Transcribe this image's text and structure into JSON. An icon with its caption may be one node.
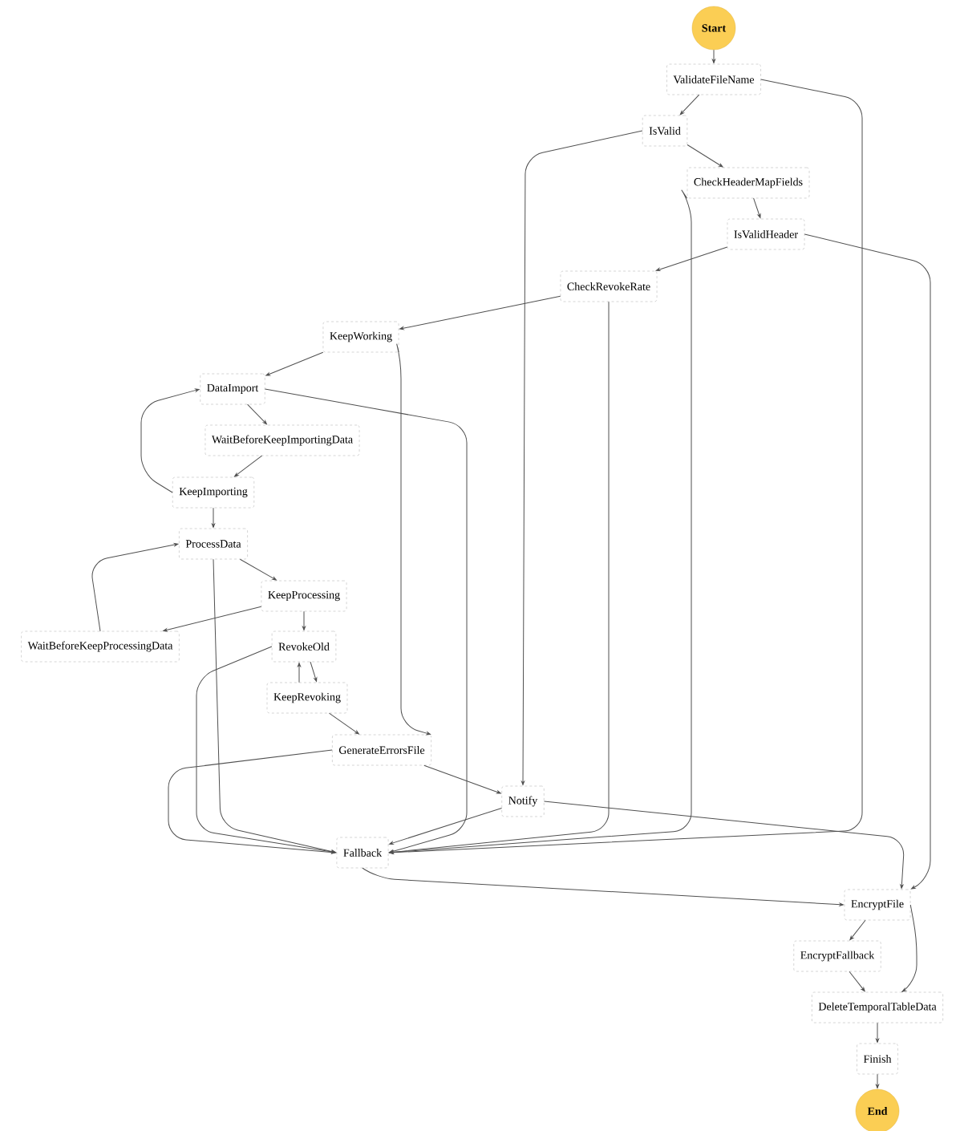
{
  "diagram": {
    "nodes": [
      {
        "text": [
          "Start"
        ]
      },
      {
        "text": [
          "ValidateFileName"
        ]
      },
      {
        "text": [
          "IsValid"
        ]
      },
      {
        "text": [
          "CheckHeaderMapFields"
        ]
      },
      {
        "text": [
          "IsValidHeader"
        ]
      },
      {
        "text": [
          "CheckRevokeRate"
        ]
      },
      {
        "text": [
          "KeepWorking"
        ]
      },
      {
        "text": [
          "DataImport"
        ]
      },
      {
        "text": [
          "WaitBeforeKeepImportingData"
        ]
      },
      {
        "text": [
          "KeepImporting"
        ]
      },
      {
        "text": [
          "ProcessData"
        ]
      },
      {
        "text": [
          "KeepProcessing"
        ]
      },
      {
        "text": [
          "WaitBeforeKeepProcessingData"
        ]
      },
      {
        "text": [
          "RevokeOld"
        ]
      },
      {
        "text": [
          "KeepRevoking"
        ]
      },
      {
        "text": [
          "GenerateErrorsFile"
        ]
      },
      {
        "text": [
          "Notify"
        ]
      },
      {
        "text": [
          "Fallback"
        ]
      },
      {
        "text": [
          "EncryptFile"
        ]
      },
      {
        "text": [
          "EncryptFallback"
        ]
      },
      {
        "text": [
          "DeleteTemporalTableData"
        ]
      },
      {
        "text": [
          "Finish"
        ]
      },
      {
        "text": [
          "End"
        ]
      }
    ],
    "edges": [
      {
        "from": 0,
        "to": 1,
        "arrow": "to"
      },
      {
        "from": 1,
        "to": 2,
        "arrow": "to"
      },
      {
        "from": 1,
        "to": 17,
        "arrow": "to"
      },
      {
        "from": 2,
        "to": 3,
        "arrow": "to"
      },
      {
        "from": 2,
        "to": 16,
        "arrow": "to"
      },
      {
        "from": 3,
        "to": 4,
        "arrow": "to"
      },
      {
        "from": 3,
        "to": 17,
        "arrow": "to"
      },
      {
        "from": 4,
        "to": 5,
        "arrow": "to"
      },
      {
        "from": 4,
        "to": 18,
        "arrow": "to"
      },
      {
        "from": 5,
        "to": 6,
        "arrow": "to"
      },
      {
        "from": 5,
        "to": 17,
        "arrow": "to"
      },
      {
        "from": 6,
        "to": 7,
        "arrow": "to"
      },
      {
        "from": 6,
        "to": 15,
        "arrow": "to"
      },
      {
        "from": 7,
        "to": 8,
        "arrow": "to"
      },
      {
        "from": 7,
        "to": 17,
        "arrow": "to"
      },
      {
        "from": 8,
        "to": 9,
        "arrow": "to"
      },
      {
        "from": 9,
        "to": 7,
        "arrow": "to"
      },
      {
        "from": 9,
        "to": 10,
        "arrow": "to"
      },
      {
        "from": 10,
        "to": 11,
        "arrow": "to"
      },
      {
        "from": 10,
        "to": 17,
        "arrow": "to"
      },
      {
        "from": 11,
        "to": 12,
        "arrow": "to"
      },
      {
        "from": 11,
        "to": 13,
        "arrow": "to"
      },
      {
        "from": 12,
        "to": 10,
        "arrow": "to"
      },
      {
        "from": 13,
        "to": 14,
        "arrow": "to"
      },
      {
        "from": 14,
        "to": 13,
        "arrow": "to"
      },
      {
        "from": 13,
        "to": 17,
        "arrow": "to"
      },
      {
        "from": 14,
        "to": 15,
        "arrow": "to"
      },
      {
        "from": 15,
        "to": 16,
        "arrow": "to"
      },
      {
        "from": 15,
        "to": 17,
        "arrow": "to"
      },
      {
        "from": 16,
        "to": 17,
        "arrow": "to"
      },
      {
        "from": 16,
        "to": 18,
        "arrow": "to"
      },
      {
        "from": 17,
        "to": 18,
        "arrow": "to"
      },
      {
        "from": 18,
        "to": 19,
        "arrow": "to"
      },
      {
        "from": 18,
        "to": 20,
        "arrow": "to"
      },
      {
        "from": 19,
        "to": 20,
        "arrow": "to"
      },
      {
        "from": 20,
        "to": 21,
        "arrow": "to"
      },
      {
        "from": 21,
        "to": 22,
        "arrow": "to"
      }
    ]
  }
}
